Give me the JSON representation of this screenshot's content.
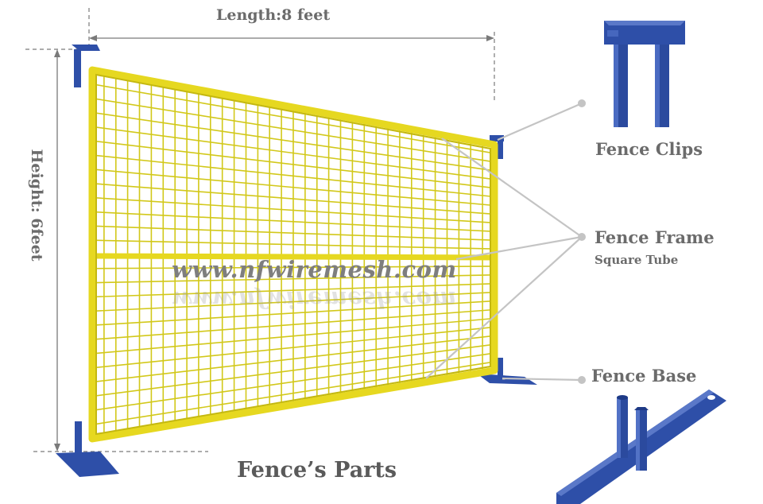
{
  "labels": {
    "length": "Length:8 feet",
    "height": "Height: 6feet",
    "fence_clips": "Fence Clips",
    "fence_frame": "Fence Frame",
    "fence_frame_sub": "Square Tube",
    "fence_base": "Fence Base",
    "caption": "Fence’s Parts"
  },
  "watermark": "www.nfwiremesh.com",
  "colors": {
    "frame_yellow": "#e6d820",
    "mesh_yellow": "#d2c81a",
    "part_blue": "#2e4fa8",
    "dimension_gray": "#7a7a7a",
    "leader_gray": "#c4c4c4",
    "text_gray": "#6b6b6b"
  }
}
